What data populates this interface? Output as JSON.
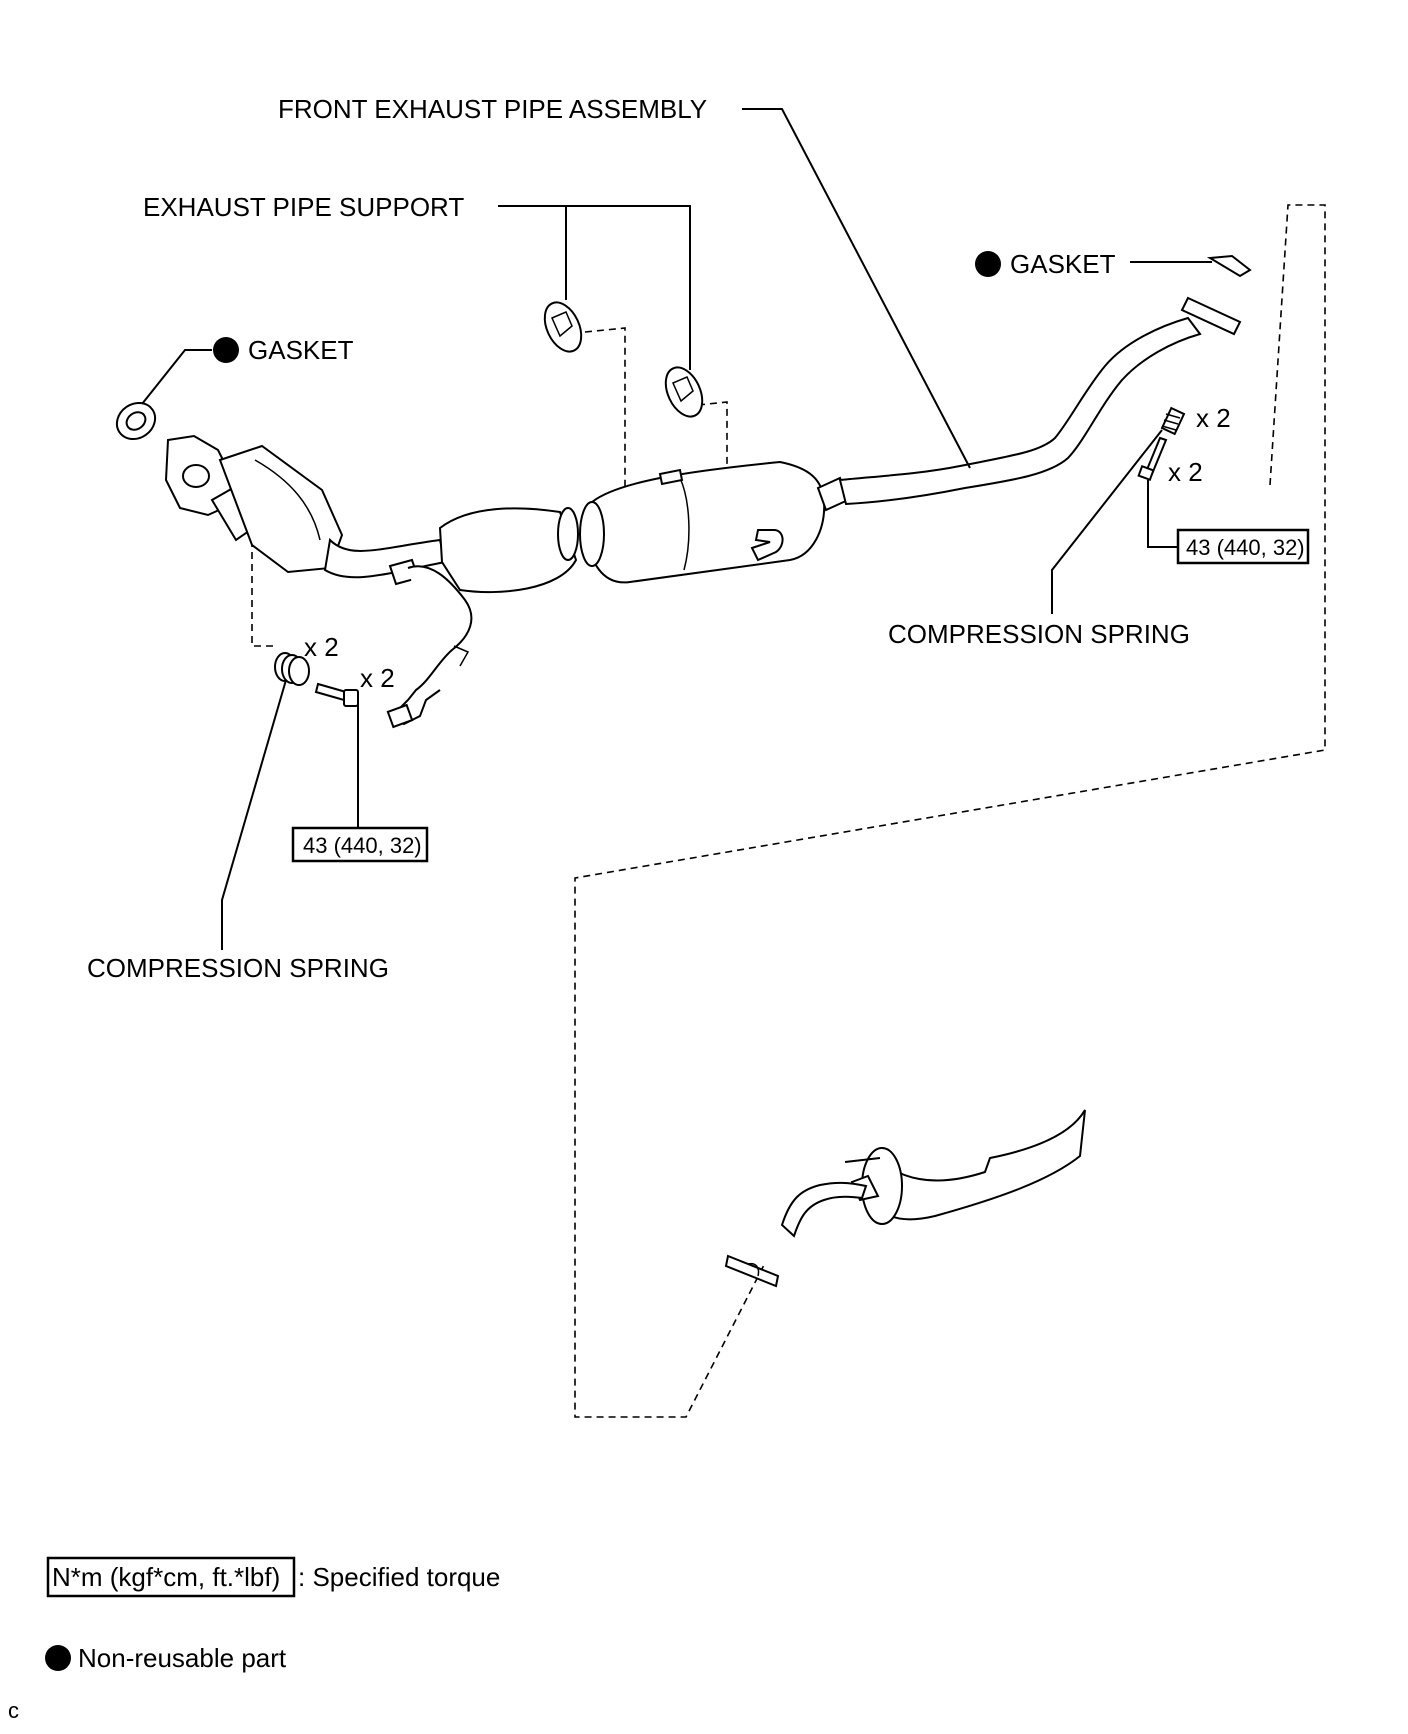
{
  "labels": {
    "front_exhaust_pipe_assembly": "FRONT EXHAUST PIPE ASSEMBLY",
    "exhaust_pipe_support": "EXHAUST PIPE SUPPORT",
    "gasket_left": "GASKET",
    "gasket_right": "GASKET",
    "compression_spring_left": "COMPRESSION SPRING",
    "compression_spring_right": "COMPRESSION SPRING",
    "qty_spring_left": "x 2",
    "qty_bolt_left": "x 2",
    "qty_spring_right": "x 2",
    "qty_bolt_right": "x 2"
  },
  "torque": {
    "left": "43 (440, 32)",
    "right": "43 (440, 32)"
  },
  "legend": {
    "torque_box": "N*m (kgf*cm, ft.*lbf)",
    "torque_desc": ": Specified torque",
    "nonreusable_desc": "Non-reusable part"
  },
  "corner_code": "c"
}
